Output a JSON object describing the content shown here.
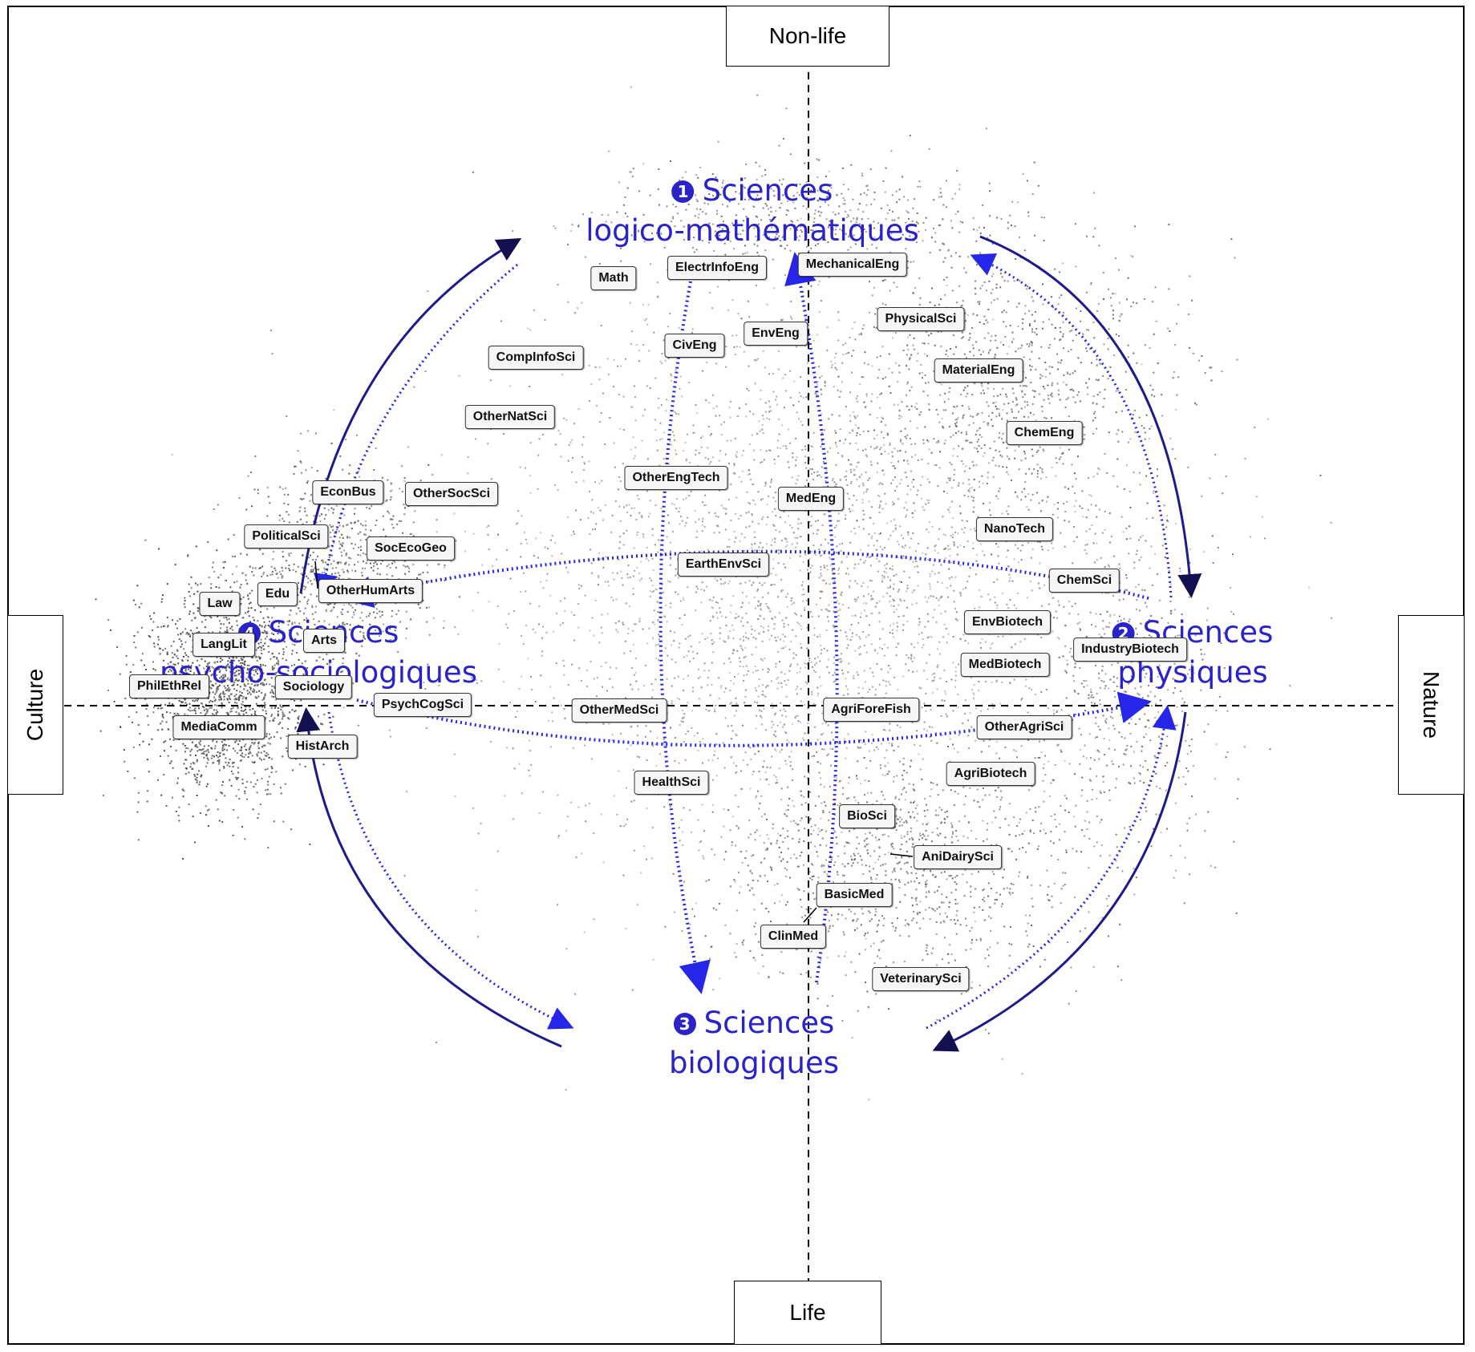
{
  "axes": {
    "top": "Non-life",
    "bottom": "Life",
    "left": "Culture",
    "right": "Nature"
  },
  "groups": [
    {
      "number": "1",
      "line1": "Sciences",
      "line2": "logico-mathématiques"
    },
    {
      "number": "2",
      "line1": "Sciences",
      "line2": "physiques"
    },
    {
      "number": "3",
      "line1": "Sciences",
      "line2": "biologiques"
    },
    {
      "number": "4",
      "line1": "Sciences",
      "line2": "psycho-sociologiques"
    }
  ],
  "fields": [
    "Math",
    "ElectrInfoEng",
    "MechanicalEng",
    "PhysicalSci",
    "CivEng",
    "EnvEng",
    "CompInfoSci",
    "MaterialEng",
    "OtherNatSci",
    "ChemEng",
    "OtherEngTech",
    "MedEng",
    "EconBus",
    "OtherSocSci",
    "NanoTech",
    "PoliticalSci",
    "SocEcoGeo",
    "EarthEnvSci",
    "ChemSci",
    "Law",
    "Edu",
    "OtherHumArts",
    "EnvBiotech",
    "LangLit",
    "Arts",
    "IndustryBiotech",
    "PhilEthRel",
    "Sociology",
    "MedBiotech",
    "PsychCogSci",
    "OtherMedSci",
    "AgriForeFish",
    "MediaComm",
    "HistArch",
    "OtherAgriSci",
    "AgriBiotech",
    "HealthSci",
    "BioSci",
    "AniDairySci",
    "BasicMed",
    "ClinMed",
    "VeterinarySci"
  ],
  "colors": {
    "accent": "#2a23c9",
    "arrow_dark": "#1e1a8c",
    "points": "#6e6e6e"
  }
}
